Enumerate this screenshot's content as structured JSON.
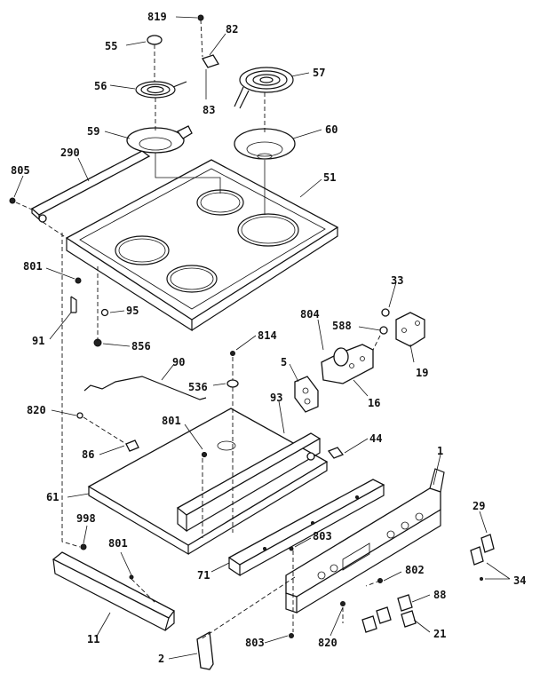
{
  "labels": {
    "l819": "819",
    "l55": "55",
    "l82": "82",
    "l56": "56",
    "l83": "83",
    "l57": "57",
    "l59": "59",
    "l60": "60",
    "l290": "290",
    "l805": "805",
    "l51": "51",
    "l801a": "801",
    "l95": "95",
    "l91": "91",
    "l856": "856",
    "l33": "33",
    "l804": "804",
    "l588": "588",
    "l814": "814",
    "l90": "90",
    "l5": "5",
    "l19": "19",
    "l536": "536",
    "l16": "16",
    "l93": "93",
    "l820a": "820",
    "l801b": "801",
    "l86": "86",
    "l44": "44",
    "l1": "1",
    "l61": "61",
    "l29": "29",
    "l998": "998",
    "l803a": "803",
    "l801c": "801",
    "l34": "34",
    "l802": "802",
    "l71": "71",
    "l88": "88",
    "l11": "11",
    "l820b": "820",
    "l21": "21",
    "l2": "2",
    "l803b": "803"
  }
}
